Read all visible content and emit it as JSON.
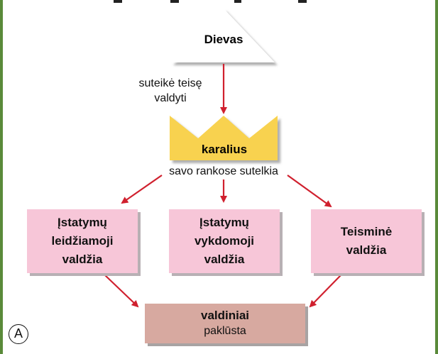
{
  "diagram": {
    "god": "Dievas",
    "edge_right": "suteikė teisę\nvaldyti",
    "edge_right_line1": "suteikė teisę",
    "edge_right_line2": "valdyti",
    "king": "karalius",
    "king_caption": "savo rankose sutelkia",
    "branches": [
      {
        "line1": "Įstatymų",
        "line2": "leidžiamoji",
        "line3": "valdžia"
      },
      {
        "line1": "Įstatymų",
        "line2": "vykdomoji",
        "line3": "valdžia"
      },
      {
        "line1": "Teisminė",
        "line2": "valdžia"
      }
    ],
    "subjects_title": "valdiniai",
    "subjects_caption": "paklūsta",
    "badge": "A"
  },
  "colors": {
    "frame": "#5a8a3a",
    "arrow": "#d0202e",
    "crown": "#f8d24f",
    "branch_box": "#f7c6d8",
    "subjects_box": "#d7a9a0",
    "triangle": "#ffffff"
  }
}
